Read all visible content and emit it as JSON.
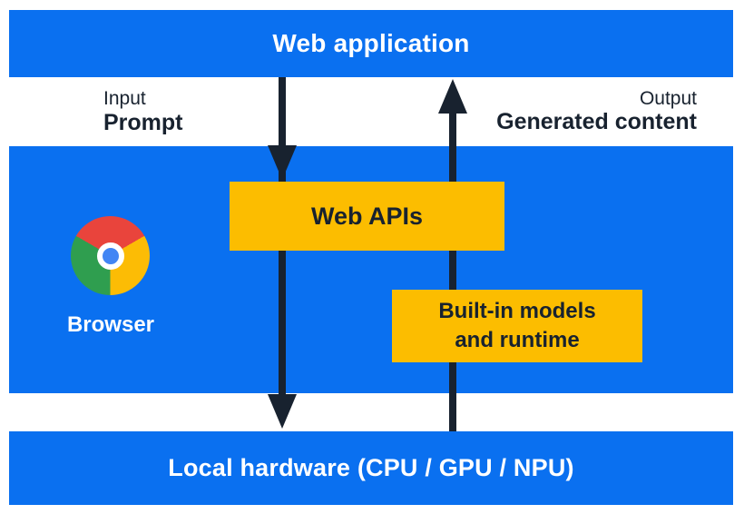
{
  "colors": {
    "blue": "#0a70f0",
    "yellow": "#fcbd00",
    "navy": "#18222f",
    "white": "#ffffff",
    "chrome_red": "#e9443c",
    "chrome_yellow": "#fcbc05",
    "chrome_green": "#2f9e4f",
    "chrome_blue": "#4285f4"
  },
  "bands": {
    "web_application": "Web application",
    "local_hardware": "Local hardware (CPU / GPU / NPU)"
  },
  "flow": {
    "input_caption": "Input",
    "input_label": "Prompt",
    "output_caption": "Output",
    "output_label": "Generated content"
  },
  "browser": {
    "label": "Browser"
  },
  "boxes": {
    "web_apis": "Web APIs",
    "builtin_models": "Built-in models and runtime"
  }
}
